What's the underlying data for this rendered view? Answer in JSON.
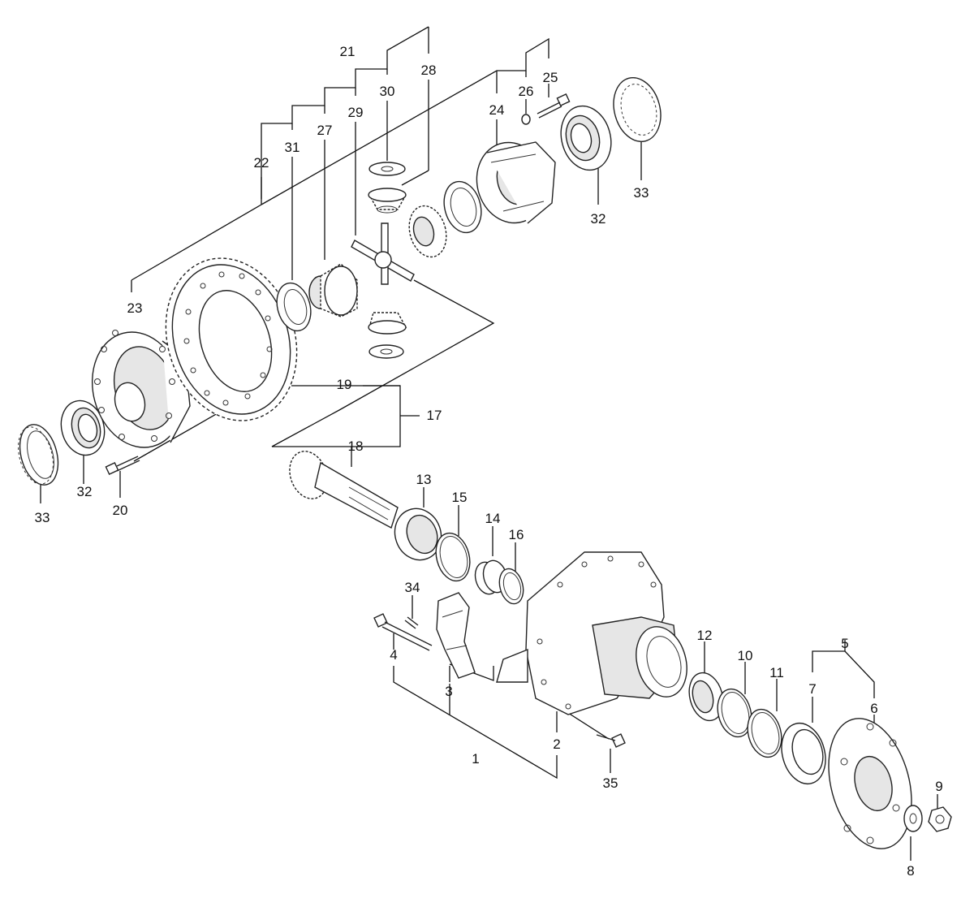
{
  "diagram": {
    "labels": {
      "l1": "1",
      "l2": "2",
      "l3": "3",
      "l4": "4",
      "l5": "5",
      "l6": "6",
      "l7": "7",
      "l8": "8",
      "l9": "9",
      "l10": "10",
      "l11": "11",
      "l12": "12",
      "l13": "13",
      "l14": "14",
      "l15": "15",
      "l16": "16",
      "l17": "17",
      "l18": "18",
      "l19": "19",
      "l20": "20",
      "l21": "21",
      "l22": "22",
      "l23": "23",
      "l24": "24",
      "l25": "25",
      "l26": "26",
      "l27": "27",
      "l28": "28",
      "l29": "29",
      "l30": "30",
      "l31": "31",
      "l32a": "32",
      "l32b": "32",
      "l33a": "33",
      "l33b": "33",
      "l34": "34",
      "l35": "35"
    }
  }
}
